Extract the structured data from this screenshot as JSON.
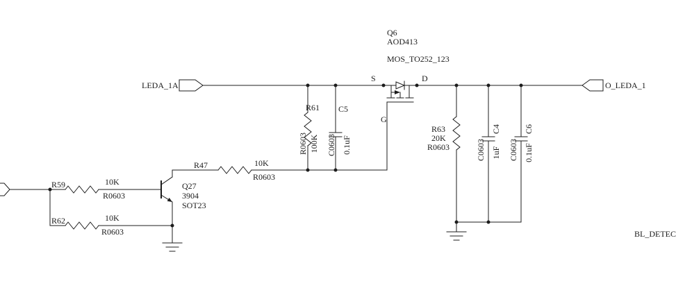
{
  "sheet": {
    "background_color": "#ffffff",
    "ink_color": "#1c1c1c",
    "bottom_right_label": "BL_DETECT"
  },
  "ports": {
    "leda_1a": "LEDA_1A",
    "o_leda_1": "O_LEDA_1"
  },
  "components": {
    "q6": {
      "designator": "Q6",
      "value": "AOD413",
      "footprint": "MOS_TO252_123",
      "pin_s": "S",
      "pin_d": "D",
      "pin_g": "G"
    },
    "q27": {
      "designator": "Q27",
      "value": "3904",
      "footprint": "SOT23"
    },
    "r47": {
      "designator": "R47",
      "value": "10K",
      "footprint": "R0603"
    },
    "r59": {
      "designator": "R59",
      "value": "10K",
      "footprint": "R0603"
    },
    "r61": {
      "designator": "R61",
      "value": "100K",
      "footprint": "R0603"
    },
    "r62": {
      "designator": "R62",
      "value": "10K",
      "footprint": "R0603"
    },
    "r63": {
      "designator": "R63",
      "value": "20K",
      "footprint": "R0603"
    },
    "c4": {
      "designator": "C4",
      "value": "1uF",
      "footprint": "C0603"
    },
    "c5": {
      "designator": "C5",
      "value": "0.1uF",
      "footprint": "C0603"
    },
    "c6": {
      "designator": "C6",
      "value": "0.1uF",
      "footprint": "C0603"
    }
  }
}
